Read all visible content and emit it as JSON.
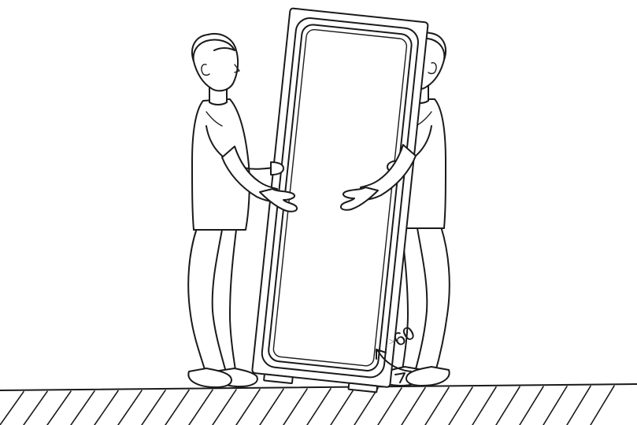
{
  "annotation": {
    "angle_value": "60",
    "angle_prefix": ">"
  },
  "colors": {
    "line": "#1a1a1a",
    "background": "#ffffff"
  },
  "icons": [
    "person-left",
    "person-right",
    "tilted-appliance",
    "angle-arrow",
    "ground-hatching"
  ]
}
